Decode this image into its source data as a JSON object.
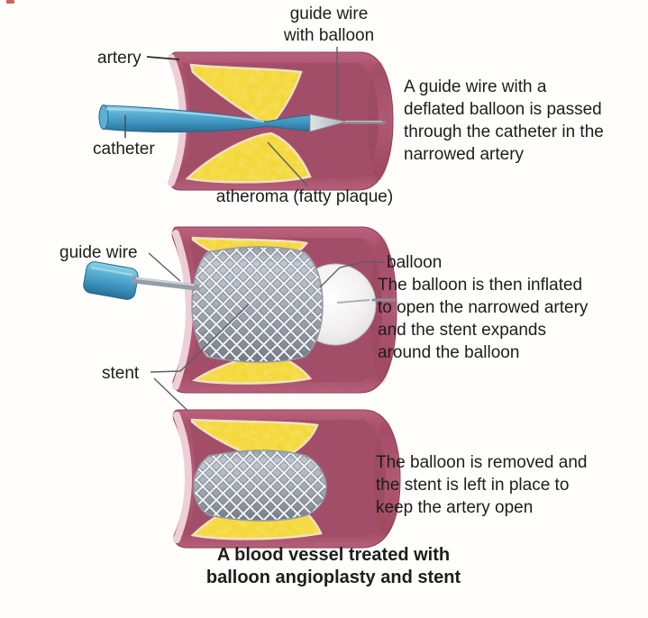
{
  "figure": {
    "caption": "A blood vessel treated with\nballoon angioplasty and stent",
    "labels": {
      "guide_wire_with_balloon": "guide wire\nwith balloon",
      "artery": "artery",
      "catheter": "catheter",
      "atheroma": "atheroma (fatty plaque)",
      "guide_wire": "guide wire",
      "balloon": "balloon",
      "stent": "stent"
    },
    "steps": [
      {
        "text": "A guide wire with a\ndeflated balloon is passed\nthrough the catheter in the\nnarrowed artery"
      },
      {
        "text": "The balloon is then inflated\nto open the narrowed artery\nand the stent expands\naround the balloon"
      },
      {
        "text": "The balloon is removed and\nthe stent is left in place to\nkeep the artery open"
      }
    ],
    "colors": {
      "artery_wall": "#b25873",
      "artery_lining": "#eecfd7",
      "atheroma_yellow": "#f2d32a",
      "catheter_blue": "#4aa2cb",
      "stent_gray": "#c3c8d2",
      "balloon_white": "#f4f2f2",
      "text": "#1d1d1d"
    }
  }
}
